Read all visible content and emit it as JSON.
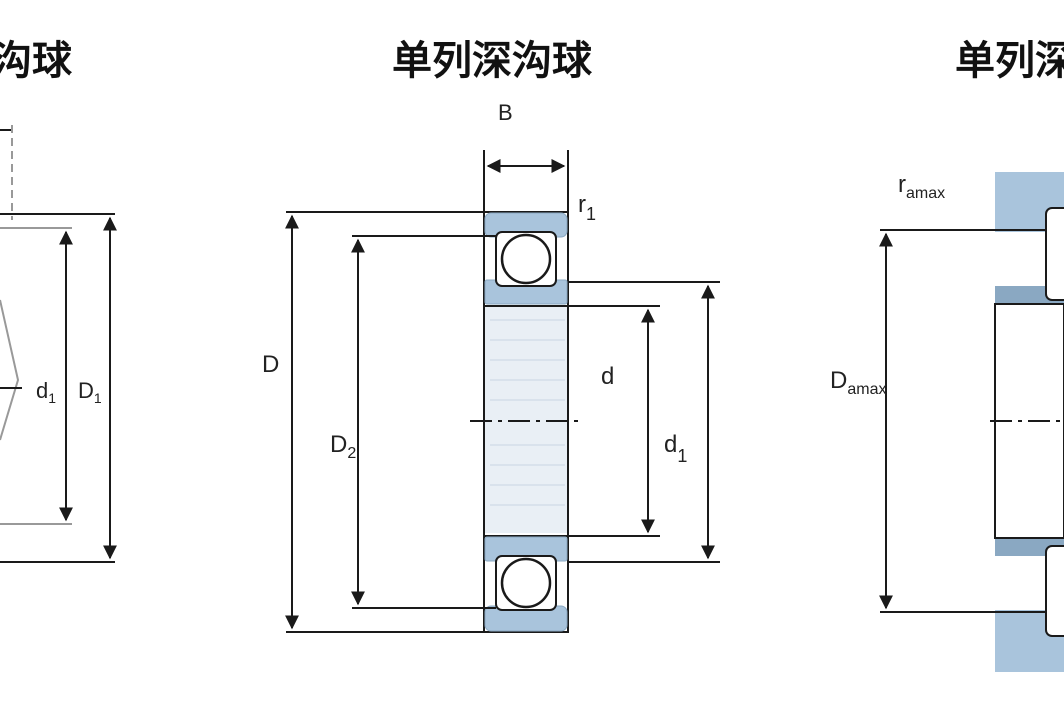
{
  "titles": {
    "left": "单列深沟球",
    "center": "单列深沟球",
    "right": "单列深沟球"
  },
  "left_panel": {
    "labels": {
      "d1_main": "d",
      "d1_sub": "1",
      "D1_main": "D",
      "D1_sub": "1"
    }
  },
  "center_panel": {
    "labels": {
      "B": "B",
      "r1_main": "r",
      "r1_sub": "1",
      "D": "D",
      "D2_main": "D",
      "D2_sub": "2",
      "d": "d",
      "d1_main": "d",
      "d1_sub": "1"
    }
  },
  "right_panel": {
    "labels": {
      "ramax_main": "r",
      "ramax_sub": "amax",
      "Damax_main": "D",
      "Damax_sub": "amax"
    }
  },
  "colors": {
    "ring_fill": "#a9c4dc",
    "ring_dark": "#8aa8c2",
    "ball_outline": "#222222",
    "hatch": "#c9d6e2",
    "line": "#1a1a1a"
  }
}
